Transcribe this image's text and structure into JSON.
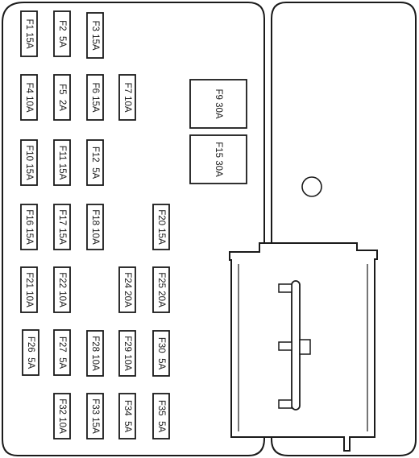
{
  "fuses": [
    {
      "id": "F1",
      "label": "F1 15A"
    },
    {
      "id": "F2",
      "label": "F2  5A"
    },
    {
      "id": "F3",
      "label": "F3 15A"
    },
    {
      "id": "F4",
      "label": "F4 10A"
    },
    {
      "id": "F5",
      "label": "F5  2A"
    },
    {
      "id": "F6",
      "label": "F6 15A"
    },
    {
      "id": "F7",
      "label": "F7 10A"
    },
    {
      "id": "F10",
      "label": "F10 15A"
    },
    {
      "id": "F11",
      "label": "F11 15A"
    },
    {
      "id": "F12",
      "label": "F12  5A"
    },
    {
      "id": "F16",
      "label": "F16 15A"
    },
    {
      "id": "F17",
      "label": "F17 15A"
    },
    {
      "id": "F18",
      "label": "F18 10A"
    },
    {
      "id": "F20",
      "label": "F20 15A"
    },
    {
      "id": "F21",
      "label": "F21 10A"
    },
    {
      "id": "F22",
      "label": "F22 10A"
    },
    {
      "id": "F24",
      "label": "F24 20A"
    },
    {
      "id": "F25",
      "label": "F25 20A"
    },
    {
      "id": "F26",
      "label": "F26  5A"
    },
    {
      "id": "F27",
      "label": "F27  5A"
    },
    {
      "id": "F28",
      "label": "F28 10A"
    },
    {
      "id": "F29",
      "label": "F29 10A"
    },
    {
      "id": "F30",
      "label": "F30  5A"
    },
    {
      "id": "F32",
      "label": "F32 10A"
    },
    {
      "id": "F33",
      "label": "F33 15A"
    },
    {
      "id": "F34",
      "label": "F34  5A"
    },
    {
      "id": "F35",
      "label": "F35  5A"
    }
  ],
  "large_fuses": [
    {
      "id": "F9",
      "label": "F9 30A"
    },
    {
      "id": "F15",
      "label": "F15 30A"
    }
  ]
}
